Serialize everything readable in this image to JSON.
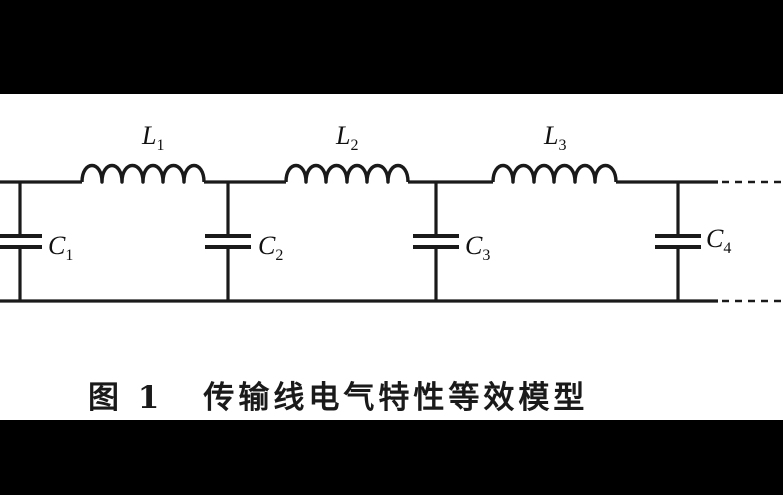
{
  "diagram": {
    "inductors": [
      {
        "letter": "L",
        "index": "1"
      },
      {
        "letter": "L",
        "index": "2"
      },
      {
        "letter": "L",
        "index": "3"
      }
    ],
    "capacitors": [
      {
        "letter": "C",
        "index": "1"
      },
      {
        "letter": "C",
        "index": "2"
      },
      {
        "letter": "C",
        "index": "3"
      },
      {
        "letter": "C",
        "index": "4"
      }
    ]
  },
  "caption": {
    "number": "图 1",
    "text": "传输线电气特性等效模型"
  },
  "colors": {
    "background": "#000000",
    "page": "#ffffff",
    "ink": "#1a1a1a"
  }
}
